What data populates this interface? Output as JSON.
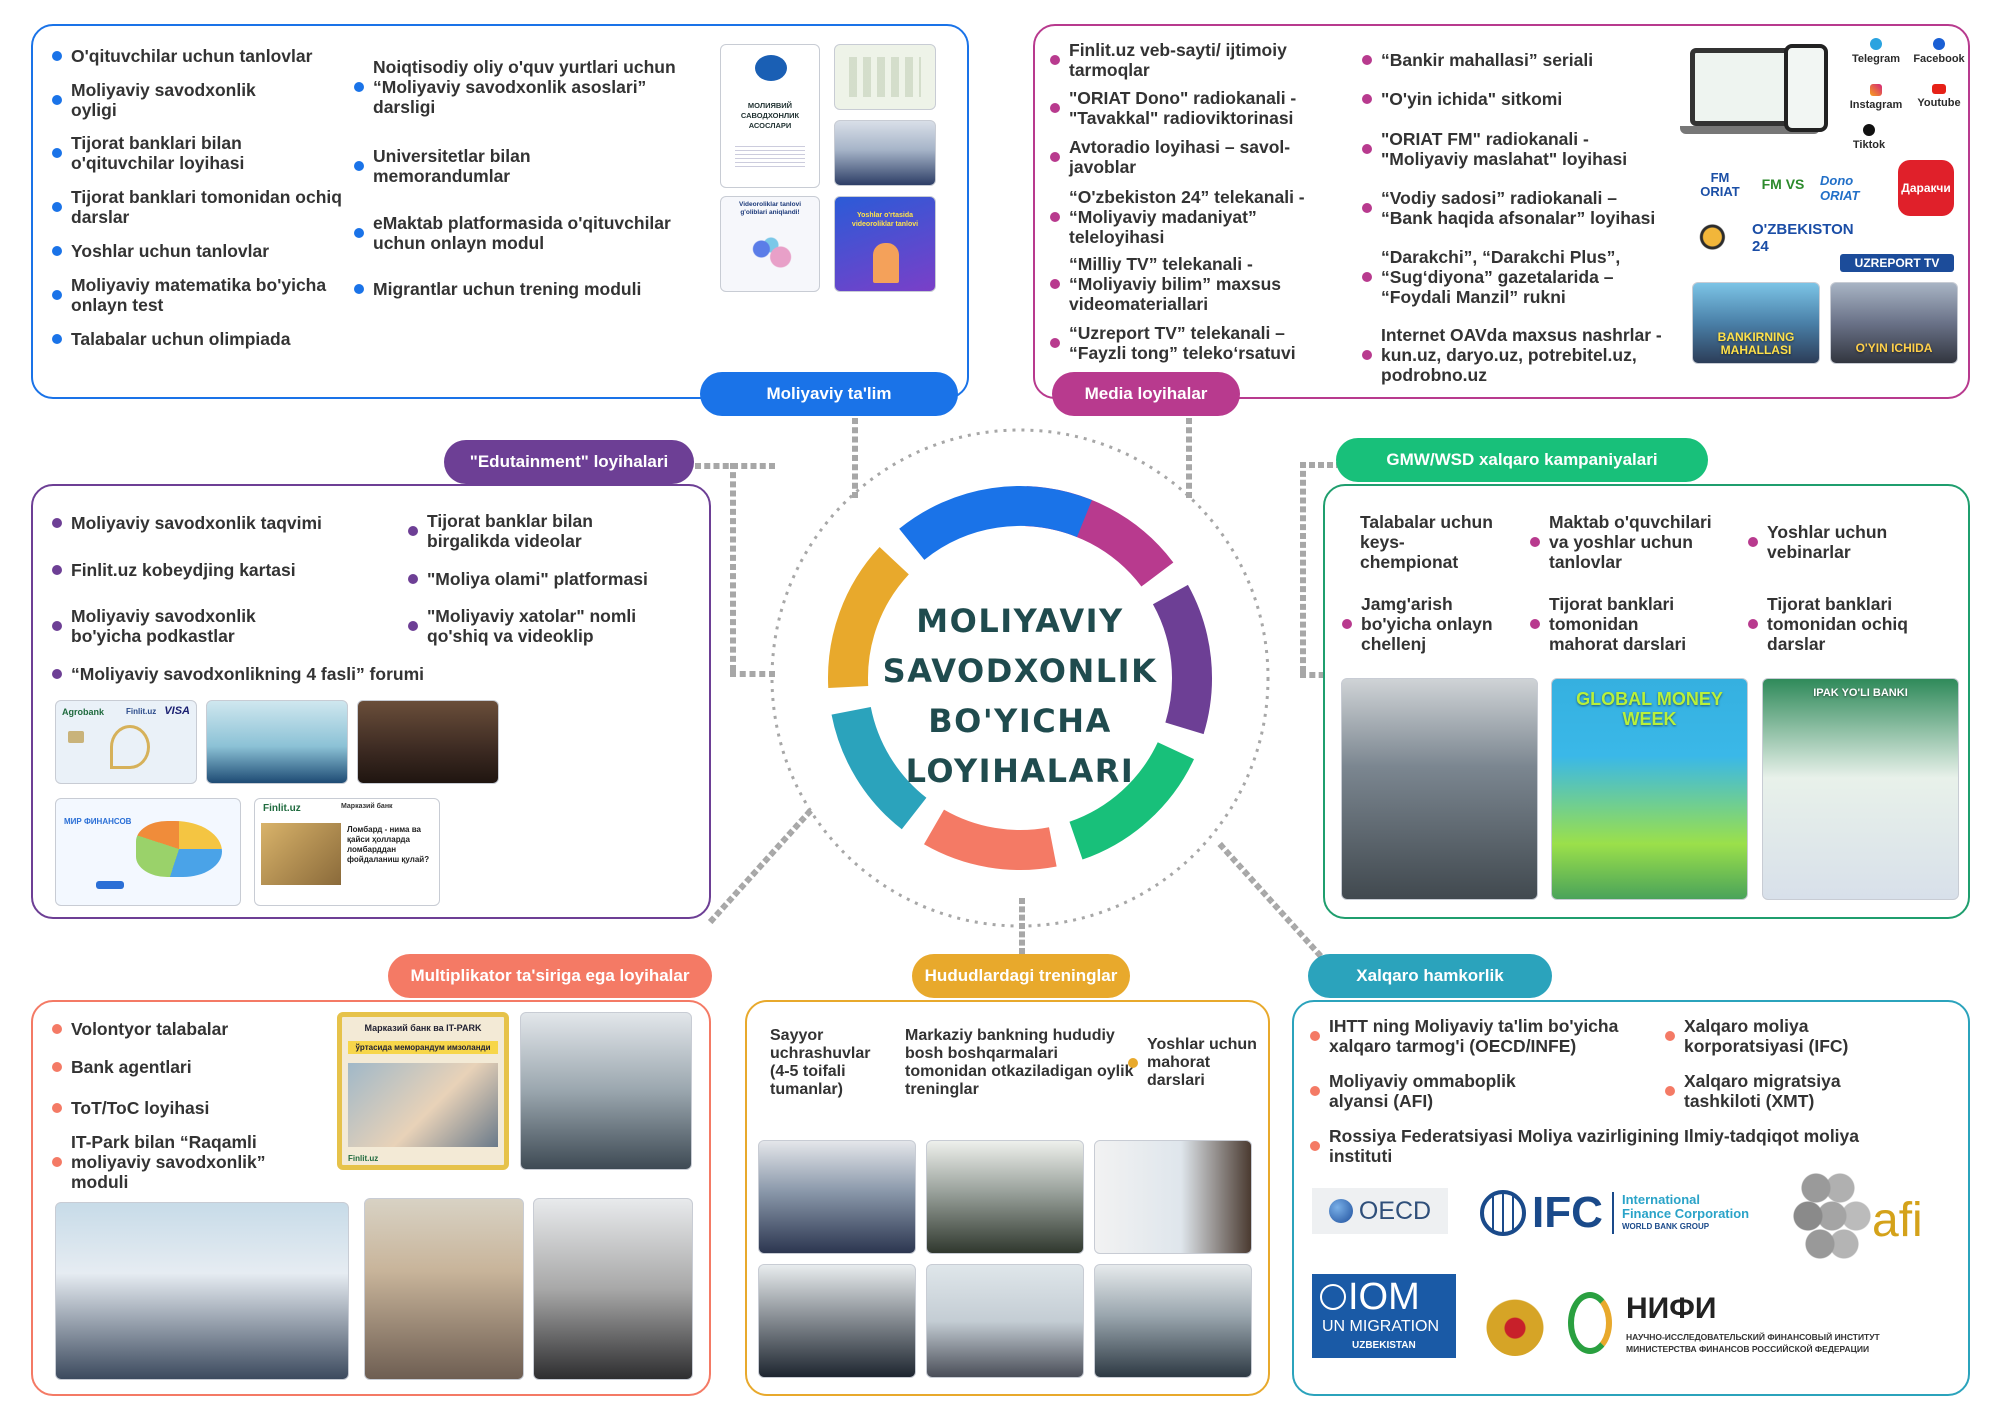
{
  "center": {
    "lines": [
      "MOLIYAVIY",
      "SAVODXONLIK",
      "BO'YICHA",
      "LOYIHALARI"
    ]
  },
  "colors": {
    "blue": "#1a73e8",
    "magenta": "#b83a8e",
    "purple": "#6d3f95",
    "green": "#1f9e6e",
    "teal": "#2ba3bc",
    "salmon": "#f47a65",
    "orange": "#e8a92c",
    "mint": "#18c07a"
  },
  "moliyaviy": {
    "title": "Moliyaviy ta'lim",
    "col1": [
      "O'qituvchilar uchun tanlovlar",
      "Moliyaviy savodxonlik oyligi",
      "Tijorat banklari bilan o'qituvchilar loyihasi",
      "Tijorat banklari tomonidan ochiq darslar",
      "Yoshlar uchun tanlovlar",
      "Moliyaviy matematika bo'yicha onlayn test",
      "Talabalar uchun olimpiada"
    ],
    "col2": [
      "Noiqtisodiy oliy o'quv yurtlari uchun “Moliyaviy savodxonlik asoslari” darsligi",
      "Universitetlar bilan memorandumlar",
      "eMaktab platformasida o'qituvchilar uchun onlayn modul",
      "Migrantlar uchun trening moduli"
    ],
    "book": {
      "line1": "МОЛИЯВИЙ",
      "line2": "САВОДХОНЛИК",
      "line3": "АСОСЛАРИ"
    },
    "poster1": "Videoroliklar tanlovi g'oliblari aniqlandi!",
    "poster2": "Yoshlar o'rtasida videoroliklar tanlovi"
  },
  "media": {
    "title": "Media loyihalar",
    "col1": [
      "Finlit.uz veb-sayti/ ijtimoiy tarmoqlar",
      "\"ORIAT Dono\" radiokanali - \"Tavakkal\" radioviktorinasi",
      "Avtoradio loyihasi – savol-javoblar",
      "“O'zbekiston 24” telekanali - “Moliyaviy madaniyat” teleloyihasi",
      "“Milliy TV” telekanali - “Moliyaviy bilim” maxsus videomateriallari",
      "“Uzreport TV” telekanali – “Fayzli tong” teleko‘rsatuvi"
    ],
    "col2": [
      "“Bankir mahallasi” seriali",
      "\"O'yin ichida\" sitkomi",
      "\"ORIAT FM\" radiokanali - \"Moliyaviy maslahat\" loyihasi",
      "“Vodiy sadosi” radiokanali – “Bank haqida afsonalar” loyihasi",
      "“Darakchi”, “Darakchi Plus”, “Sug‘diyona” gazetalarida – “Foydali Manzil” rukni",
      "Internet OAVda maxsus nashrlar - kun.uz,  daryo.uz, potrebitel.uz, podrobno.uz"
    ],
    "social": [
      "Telegram",
      "Facebook",
      "Instagram",
      "Youtube",
      "Tiktok"
    ],
    "logos": [
      "FM ORIAT",
      "FM VS",
      "Dono ORIAT",
      "Даракчи",
      "O'ZBEKISTON 24",
      "UZREPORT TV"
    ],
    "shows": [
      "BANKIRNING MAHALLASI",
      "O'YIN ICHIDA"
    ]
  },
  "edutainment": {
    "title": "\"Edutainment\" loyihalari",
    "col1": [
      "Moliyaviy savodxonlik taqvimi",
      "Finlit.uz kobeydjing kartasi",
      "Moliyaviy savodxonlik bo'yicha podkastlar"
    ],
    "col2": [
      "Tijorat banklar bilan birgalikda videolar",
      "\"Moliya olami\" platformasi",
      "\"Moliyaviy xatolar\" nomli qo'shiq va videoklip"
    ],
    "wide": "“Moliyaviy savodxonlikning 4 fasli” forumi",
    "card": {
      "bank": "Agrobank",
      "brand": "Finlit.uz",
      "visa": "VISA"
    },
    "map": {
      "title": "МИР ФИНАНСОВ"
    },
    "article": {
      "brand": "Finlit.uz",
      "bank": "Марказий банк",
      "text": "Ломбард - нима ва қайси ҳолларда ломбарддан фойдаланиш қулай?"
    }
  },
  "gmw": {
    "title": "GMW/WSD xalqaro kampaniyalari",
    "items": [
      "Talabalar uchun keys-chempionat",
      "Maktab o'quvchilari va yoshlar uchun tanlovlar",
      "Yoshlar uchun vebinarlar",
      "Jamg'arish bo'yicha onlayn chellenj",
      "Tijorat banklari tomonidan mahorat darslari",
      "Tijorat banklari tomonidan ochiq darslar"
    ],
    "photos": [
      "",
      "GLOBAL MONEY WEEK",
      "IPAK YO'LI BANKI"
    ]
  },
  "multi": {
    "title": "Multiplikator ta'siriga ega loyihalar",
    "items": [
      "Volontyor talabalar",
      "Bank agentlari",
      "ToT/ToC loyihasi",
      "IT-Park bilan “Raqamli moliyaviy savodxonlik” moduli"
    ],
    "poster": {
      "line1": "Марказий банк ва IT-PARK",
      "line2": "ўртасида меморандум имзоланди",
      "brand": "Finlit.uz"
    }
  },
  "hudud": {
    "title": "Hududlardagi treninglar",
    "items": [
      "Sayyor uchrashuvlar (4-5 toifali tumanlar)",
      "Markaziy bankning hududiy bosh boshqarmalari tomonidan otkaziladigan oylik treninglar",
      "Yoshlar uchun mahorat darslari"
    ]
  },
  "xalqaro": {
    "title": "Xalqaro hamkorlik",
    "items": [
      "IHTT ning Moliyaviy ta'lim bo'yicha xalqaro tarmog'i (OECD/INFE)",
      "Xalqaro moliya korporatsiyasi (IFC)",
      "Moliyaviy ommaboplik alyansi (AFI)",
      "Xalqaro migratsiya tashkiloti (XMT)",
      "Rossiya Federatsiyasi Moliya vazirligining Ilmiy-tadqiqot moliya instituti"
    ],
    "logos": {
      "oecd": "OECD",
      "ifc": "IFC",
      "ifc_sub1": "International",
      "ifc_sub2": "Finance Corporation",
      "ifc_sub3": "WORLD BANK GROUP",
      "afi": "afi",
      "iom": "IOM",
      "iom_sub": "UN MIGRATION",
      "iom_country": "UZBEKISTAN",
      "nifi": "НИФИ",
      "nifi_sub1": "НАУЧНО-ИССЛЕДОВАТЕЛЬСКИЙ ФИНАНСОВЫЙ ИНСТИТУТ",
      "nifi_sub2": "МИНИСТЕРСТВА ФИНАНСОВ РОССИЙСКОЙ ФЕДЕРАЦИИ"
    }
  }
}
